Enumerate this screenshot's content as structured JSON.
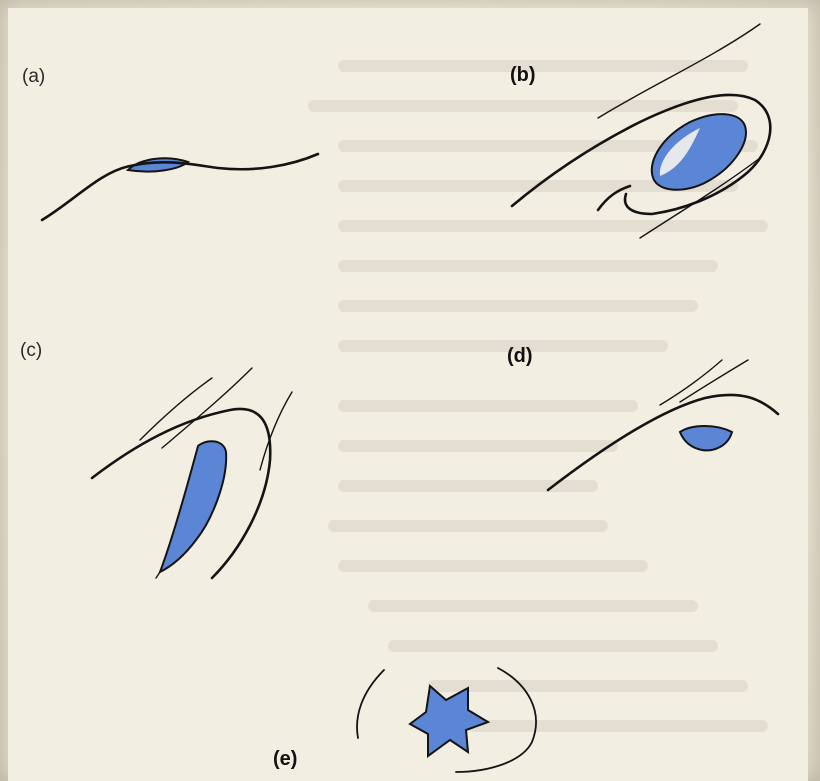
{
  "panels": {
    "a": {
      "label": "(a)"
    },
    "b": {
      "label": "(b)"
    },
    "c": {
      "label": "(c)"
    },
    "d": {
      "label": "(d)"
    },
    "e": {
      "label": "(e)"
    }
  },
  "colors": {
    "fluid_fill": "#5b86d6",
    "outline": "#141414",
    "paper": "#f3eee2"
  }
}
